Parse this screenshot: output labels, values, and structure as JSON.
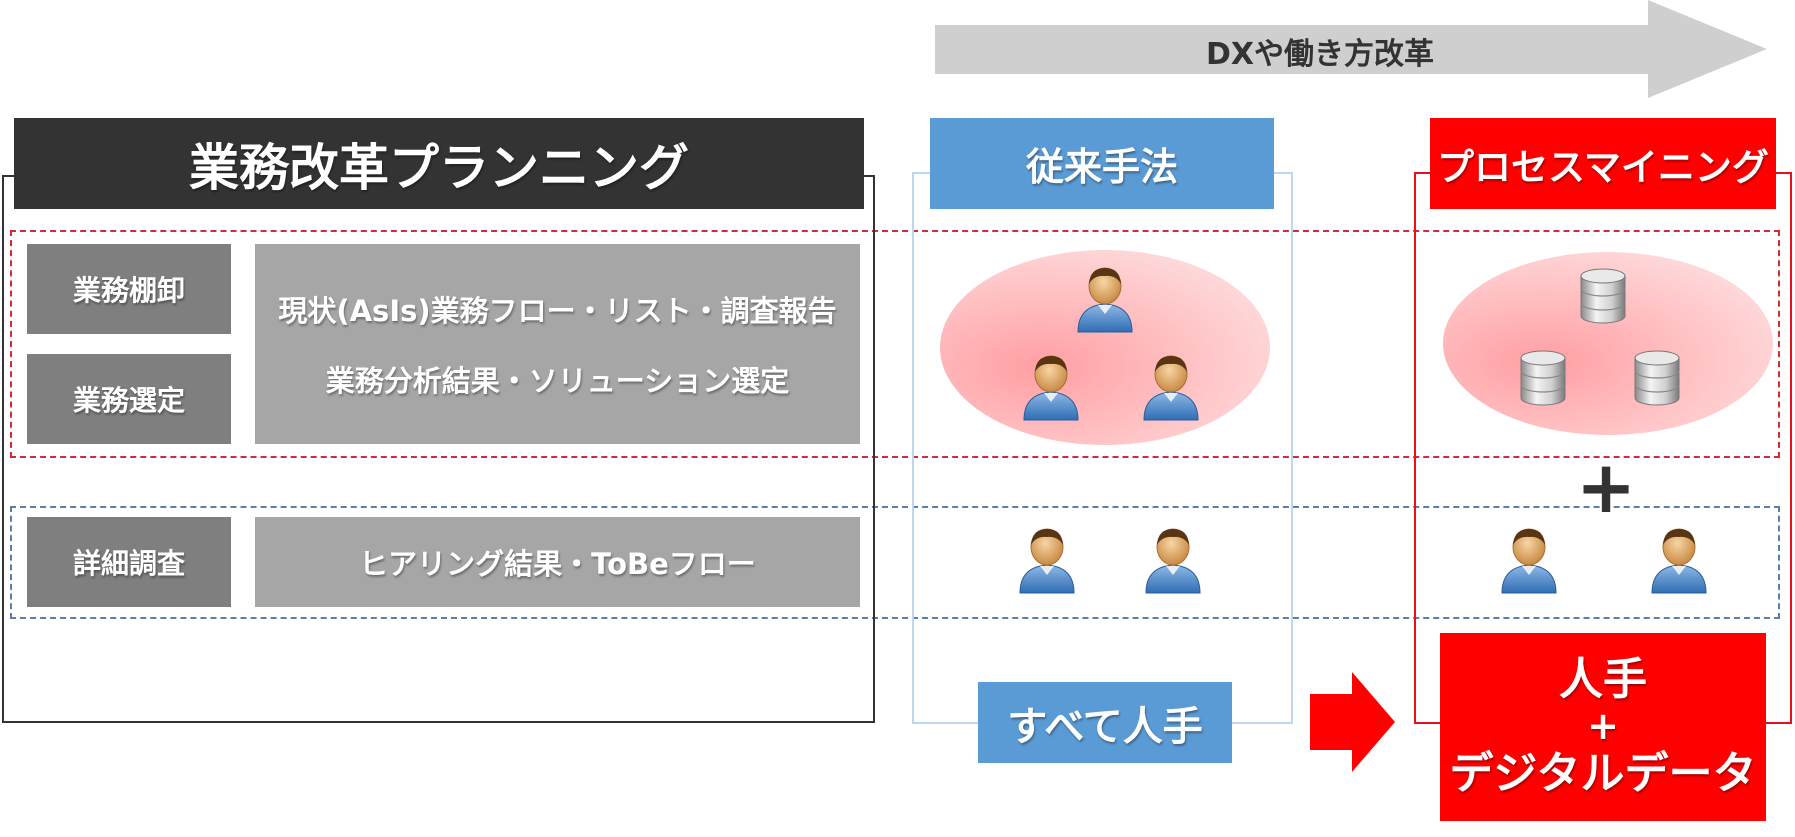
{
  "banner": {
    "label": "DXや働き方改革"
  },
  "left": {
    "title": "業務改革プランニング",
    "tags": [
      "業務棚卸",
      "業務選定",
      "詳細調査"
    ],
    "asis_lines": [
      "現状(AsIs)業務フロー・リスト・調査報告",
      "業務分析結果・ソリューション選定"
    ],
    "tobe_line": "ヒアリング結果・ToBeフロー"
  },
  "middle": {
    "title": "従来手法",
    "footer": "すべて人手",
    "icons": [
      "person-icon",
      "person-icon",
      "person-icon",
      "person-icon",
      "person-icon"
    ]
  },
  "right": {
    "title": "プロセスマイニング",
    "plus": "+",
    "footer_line1": "人手",
    "footer_plus": "+",
    "footer_line2": "デジタルデータ",
    "icons": [
      "database-icon",
      "database-icon",
      "database-icon",
      "person-icon",
      "person-icon"
    ]
  },
  "colors": {
    "dark": "#333333",
    "gray_dark": "#7f7f7f",
    "gray_light": "#a6a6a6",
    "blue": "#5b9bd5",
    "red": "#ff0000",
    "arrow_gray": "#d0cfcf"
  }
}
